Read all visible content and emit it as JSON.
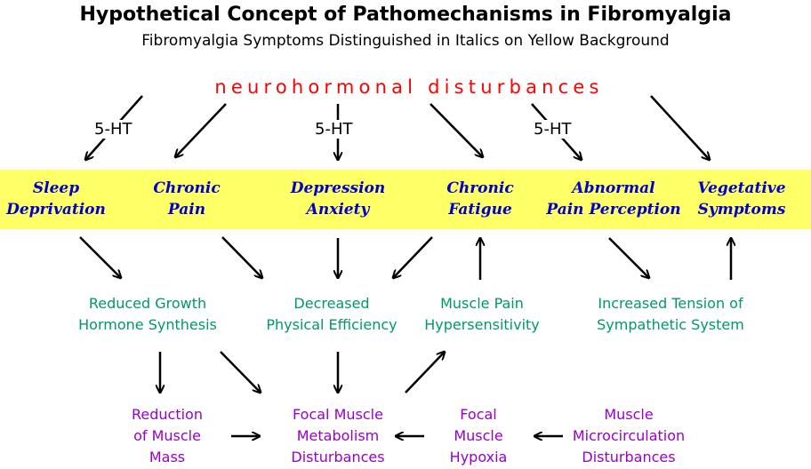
{
  "title": "Hypothetical Concept of Pathomechanisms in Fibromyalgia",
  "subtitle": "Fibromyalgia Symptoms Distinguished in Italics on Yellow Background",
  "top_node": "neurohormonal disturbances",
  "ht_label": "5-HT",
  "colors": {
    "top_node": "#ff0000",
    "symptoms": "#0000cc",
    "band": "#ffff66",
    "mechanisms": "#009966",
    "outcomes": "#9900cc",
    "arrows": "#000000"
  },
  "symptoms": [
    [
      "Sleep",
      "Deprivation"
    ],
    [
      "Chronic",
      "Pain"
    ],
    [
      "Depression",
      "Anxiety"
    ],
    [
      "Chronic",
      "Fatigue"
    ],
    [
      "Abnormal",
      "Pain Perception"
    ],
    [
      "Vegetative",
      "Symptoms"
    ]
  ],
  "mechanisms": [
    [
      "Reduced Growth",
      "Hormone Synthesis"
    ],
    [
      "Decreased",
      "Physical Efficiency"
    ],
    [
      "Muscle Pain",
      "Hypersensitivity"
    ],
    [
      "Increased Tension of",
      "Sympathetic System"
    ]
  ],
  "outcomes": [
    [
      "Reduction",
      "of Muscle",
      "Mass"
    ],
    [
      "Focal Muscle",
      "Metabolism",
      "Disturbances"
    ],
    [
      "Focal",
      "Muscle",
      "Hypoxia"
    ],
    [
      "Muscle",
      "Microcirculation",
      "Disturbances"
    ]
  ]
}
